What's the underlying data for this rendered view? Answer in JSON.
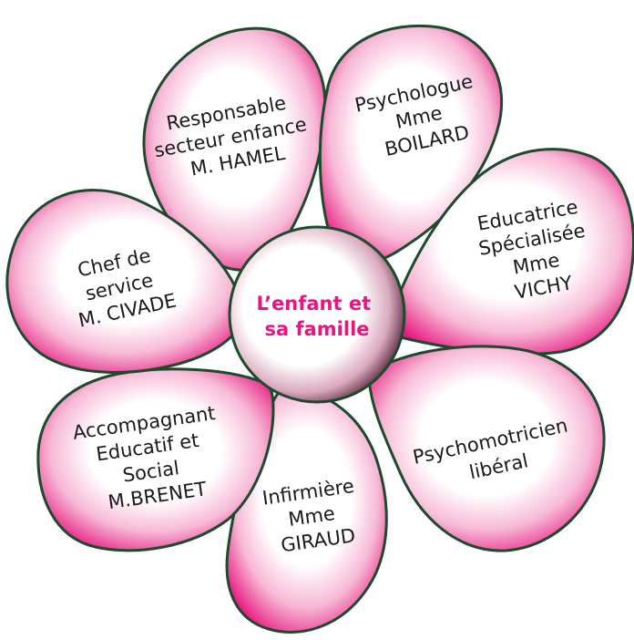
{
  "colors": {
    "petal_outline": "#1d4a2a",
    "petal_edge": "#e6177f",
    "petal_core": "#ffffff",
    "center_text": "#e6177f",
    "center_dark": "#3c1528"
  },
  "center": {
    "lines": [
      "L’enfant et",
      "sa famille"
    ]
  },
  "petals": [
    {
      "id": "responsable",
      "lines": [
        "Responsable",
        "secteur enfance",
        "M. HAMEL"
      ]
    },
    {
      "id": "psychologue",
      "lines": [
        "Psychologue",
        "Mme",
        "BOILARD"
      ]
    },
    {
      "id": "educatrice",
      "lines": [
        "Educatrice",
        "Spécialisée",
        "Mme",
        "VICHY"
      ]
    },
    {
      "id": "psychomotricien",
      "lines": [
        "Psychomotricien",
        "libéral"
      ]
    },
    {
      "id": "infirmiere",
      "lines": [
        "Infirmière",
        "Mme",
        "GIRAUD"
      ]
    },
    {
      "id": "accompagnant",
      "lines": [
        "Accompagnant",
        "Educatif et",
        "Social",
        "M.BRENET"
      ]
    },
    {
      "id": "chef",
      "lines": [
        "Chef de",
        "service",
        "M. CIVADE"
      ]
    }
  ]
}
